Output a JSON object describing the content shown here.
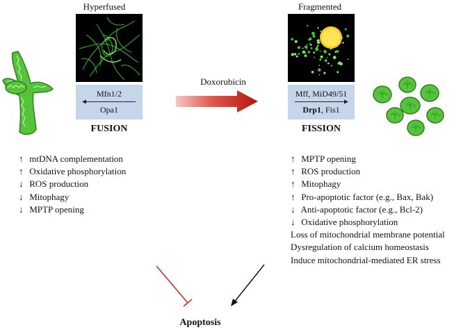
{
  "fusion": {
    "image_label": "Hyperfused",
    "protein_top": "Mfn1/2",
    "protein_bottom": "Opa1",
    "heading": "FUSION",
    "effects": [
      {
        "symbol": "↑",
        "text": "mtDNA complementation"
      },
      {
        "symbol": "↑",
        "text": "Oxidative phosphorylation"
      },
      {
        "symbol": "↓",
        "text": "ROS production"
      },
      {
        "symbol": "↓",
        "text": "Mitophagy"
      },
      {
        "symbol": "↓",
        "text": "MPTP opening"
      }
    ]
  },
  "fission": {
    "image_label": "Fragmented",
    "protein_top": "Mff, MiD49/51",
    "protein_bottom_bold": "Drp1",
    "protein_bottom_rest": ", Fis1",
    "heading": "FISSION",
    "effects": [
      {
        "symbol": "↑",
        "text": "MPTP opening"
      },
      {
        "symbol": "↑",
        "text": "ROS production"
      },
      {
        "symbol": "↑",
        "text": "Mitophagy"
      },
      {
        "symbol": "↑",
        "text": "Pro-apoptotic factor (e.g., Bax, Bak)"
      },
      {
        "symbol": "↓",
        "text": "Anti-apoptotic factor (e.g., Bcl-2)"
      },
      {
        "symbol": "↓",
        "text": "Oxidative phosphorylation"
      },
      {
        "symbol": "",
        "text": "Loss of mitochondrial membrane potential"
      },
      {
        "symbol": "",
        "text": "Dysregulation of calcium homeostasis"
      },
      {
        "symbol": "",
        "text": "Induce mitochondrial-mediated ER stress"
      }
    ]
  },
  "treatment": {
    "label": "Doxorubicin"
  },
  "outcome": {
    "label": "Apoptosis"
  },
  "colors": {
    "mito_green": "#55c43a",
    "mito_dark": "#2f7f22",
    "protein_box": "#c5d5ea",
    "treatment_arrow": "#c0201a",
    "inhibit_line": "#e02020",
    "nucleus_yellow": "#f2d21a"
  }
}
